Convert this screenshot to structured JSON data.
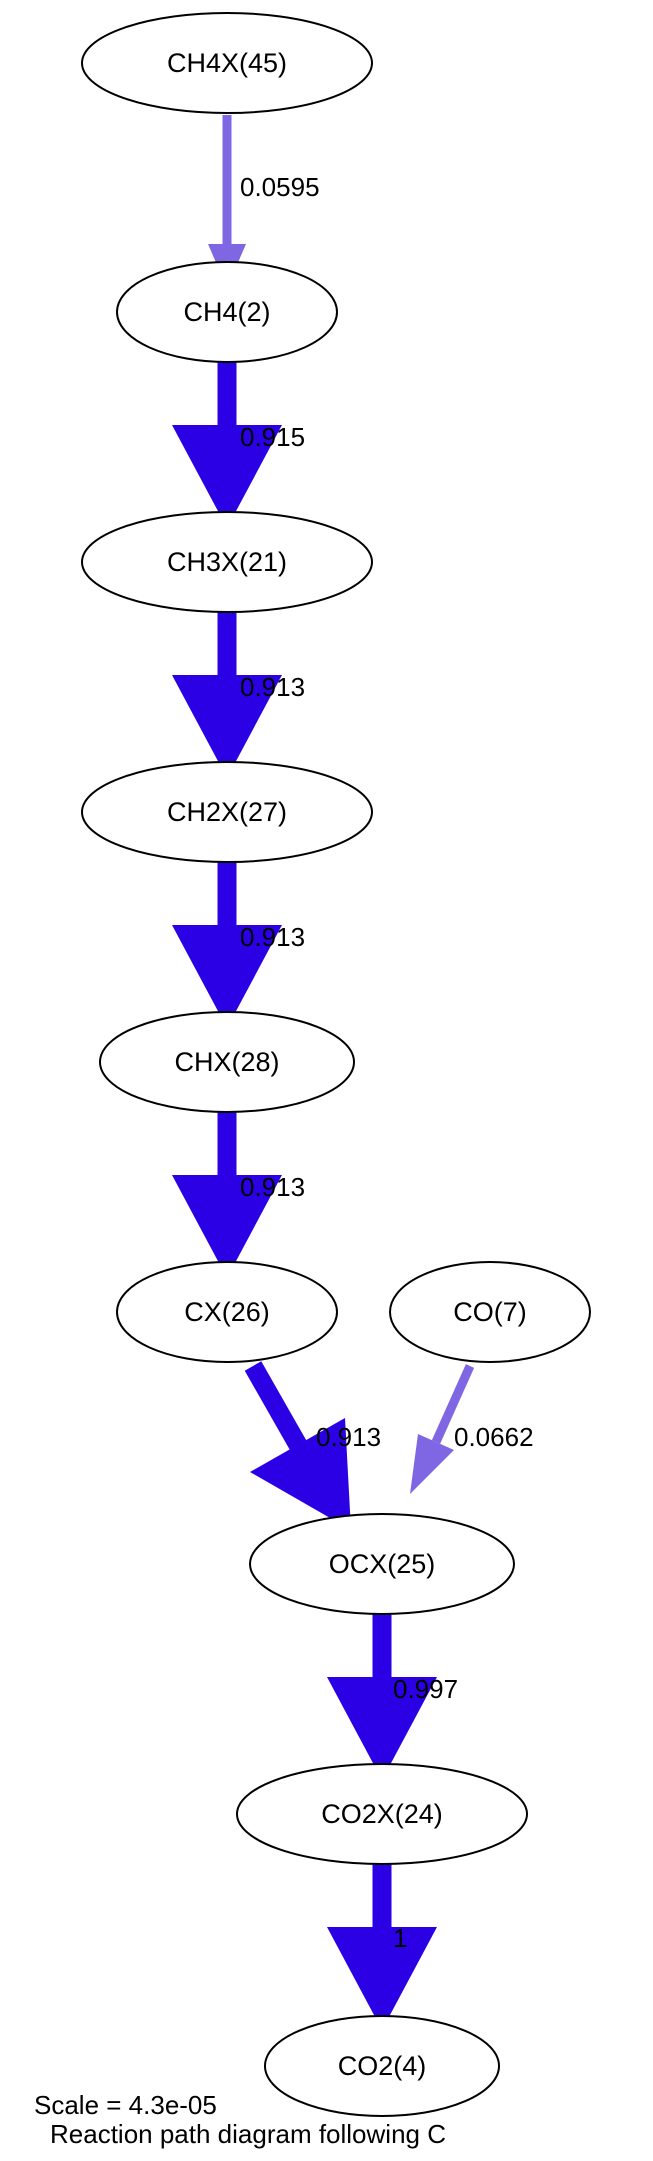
{
  "colors": {
    "strong_edge": "#2b00e4",
    "weak_edge": "#7f66e2"
  },
  "nodes": {
    "ch4x": "CH4X(45)",
    "ch4": "CH4(2)",
    "ch3x": "CH3X(21)",
    "ch2x": "CH2X(27)",
    "chx": "CHX(28)",
    "cx": "CX(26)",
    "co": "CO(7)",
    "ocx": "OCX(25)",
    "co2x": "CO2X(24)",
    "co2": "CO2(4)"
  },
  "edges": {
    "ch4x_ch4": "0.0595",
    "ch4_ch3x": "0.915",
    "ch3x_ch2x": "0.913",
    "ch2x_chx": "0.913",
    "chx_cx": "0.913",
    "cx_ocx": "0.913",
    "co_ocx": "0.0662",
    "ocx_co2x": "0.997",
    "co2x_co2": "1"
  },
  "caption": {
    "scale": "Scale = 4.3e-05",
    "title": "Reaction path diagram following C"
  }
}
